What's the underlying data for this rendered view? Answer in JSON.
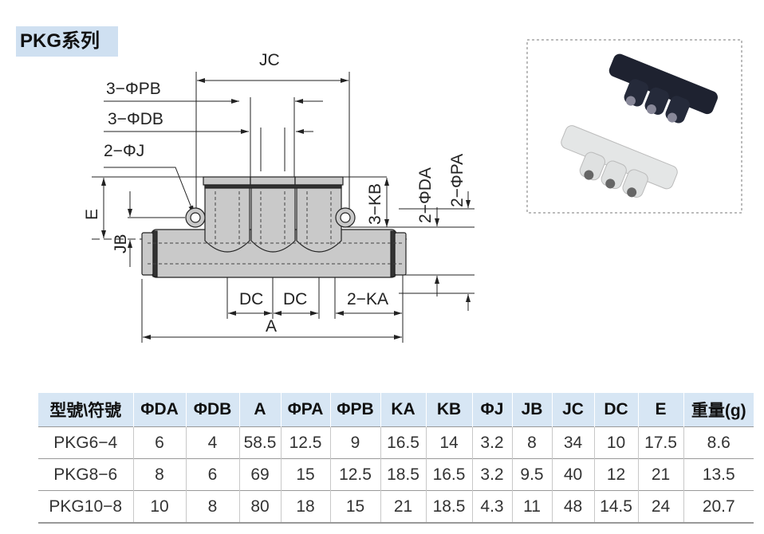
{
  "title": "PKG系列",
  "diagram": {
    "labels": {
      "jc": "JC",
      "pb": "3−ΦPB",
      "db": "3−ΦDB",
      "j": "2−ΦJ",
      "e": "E",
      "jb": "JB",
      "kb": "3−KB",
      "da": "2−ΦDA",
      "pa": "2−ΦPA",
      "dc1": "DC",
      "dc2": "DC",
      "ka": "2−KA",
      "a": "A"
    }
  },
  "table": {
    "headers": [
      "型號\\符號",
      "ΦDA",
      "ΦDB",
      "A",
      "ΦPA",
      "ΦPB",
      "KA",
      "KB",
      "ΦJ",
      "JB",
      "JC",
      "DC",
      "E",
      "重量(g)"
    ],
    "rows": [
      [
        "PKG6−4",
        "6",
        "4",
        "58.5",
        "12.5",
        "9",
        "16.5",
        "14",
        "3.2",
        "8",
        "34",
        "10",
        "17.5",
        "8.6"
      ],
      [
        "PKG8−6",
        "8",
        "6",
        "69",
        "15",
        "12.5",
        "18.5",
        "16.5",
        "3.2",
        "9.5",
        "40",
        "12",
        "21",
        "13.5"
      ],
      [
        "PKG10−8",
        "10",
        "8",
        "80",
        "18",
        "15",
        "21",
        "18.5",
        "4.3",
        "11",
        "48",
        "14.5",
        "24",
        "20.7"
      ]
    ]
  },
  "colors": {
    "header_bg": "#d7e6f4",
    "title_bg": "#cfe0f1",
    "part_fill": "#c9c9c9"
  }
}
